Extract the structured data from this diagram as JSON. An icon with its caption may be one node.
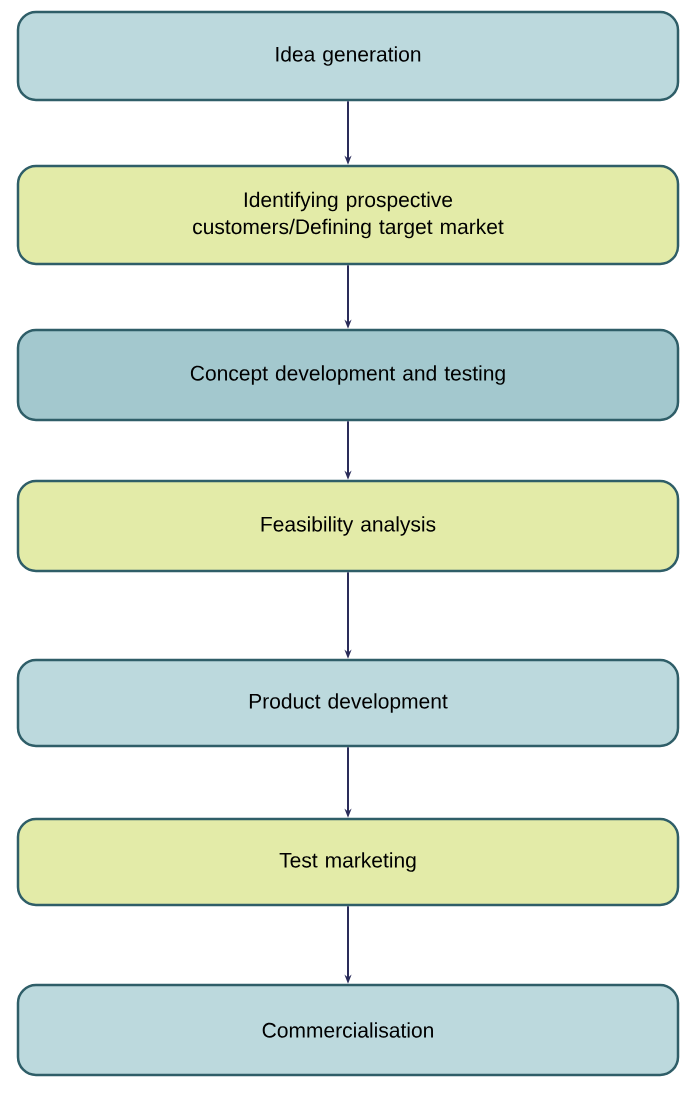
{
  "diagram": {
    "nodes": [
      {
        "text": [
          "Idea generation"
        ]
      },
      {
        "text": [
          "Identifying prospective customers/Defining target market"
        ]
      },
      {
        "text": [
          "Concept development and testing"
        ]
      },
      {
        "text": [
          "Feasibility analysis"
        ]
      },
      {
        "text": [
          "Product development"
        ]
      },
      {
        "text": [
          "Test marketing"
        ]
      },
      {
        "text": [
          "Commercialisation"
        ]
      }
    ],
    "edges": [
      {
        "from": 0,
        "to": 1,
        "arrow": "to"
      },
      {
        "from": 1,
        "to": 2,
        "arrow": "to"
      },
      {
        "from": 2,
        "to": 3,
        "arrow": "to"
      },
      {
        "from": 3,
        "to": 4,
        "arrow": "to"
      },
      {
        "from": 4,
        "to": 5,
        "arrow": "to"
      },
      {
        "from": 5,
        "to": 6,
        "arrow": "to"
      }
    ]
  }
}
